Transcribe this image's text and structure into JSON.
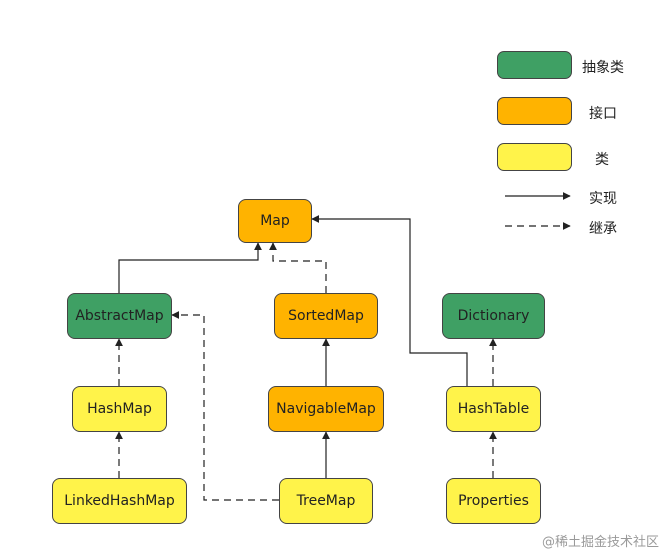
{
  "colors": {
    "abstract_class": "#3fa064",
    "interface": "#ffb300",
    "class": "#fff34a",
    "line": "#222222"
  },
  "legend": {
    "abstract_class": "抽象类",
    "interface": "接口",
    "class": "类",
    "implements": "实现",
    "extends": "继承"
  },
  "nodes": {
    "map": "Map",
    "abstract_map": "AbstractMap",
    "sorted_map": "SortedMap",
    "dictionary": "Dictionary",
    "hash_map": "HashMap",
    "navigable_map": "NavigableMap",
    "hash_table": "HashTable",
    "linked_hash_map": "LinkedHashMap",
    "tree_map": "TreeMap",
    "properties": "Properties"
  },
  "watermark": "@稀土掘金技术社区"
}
